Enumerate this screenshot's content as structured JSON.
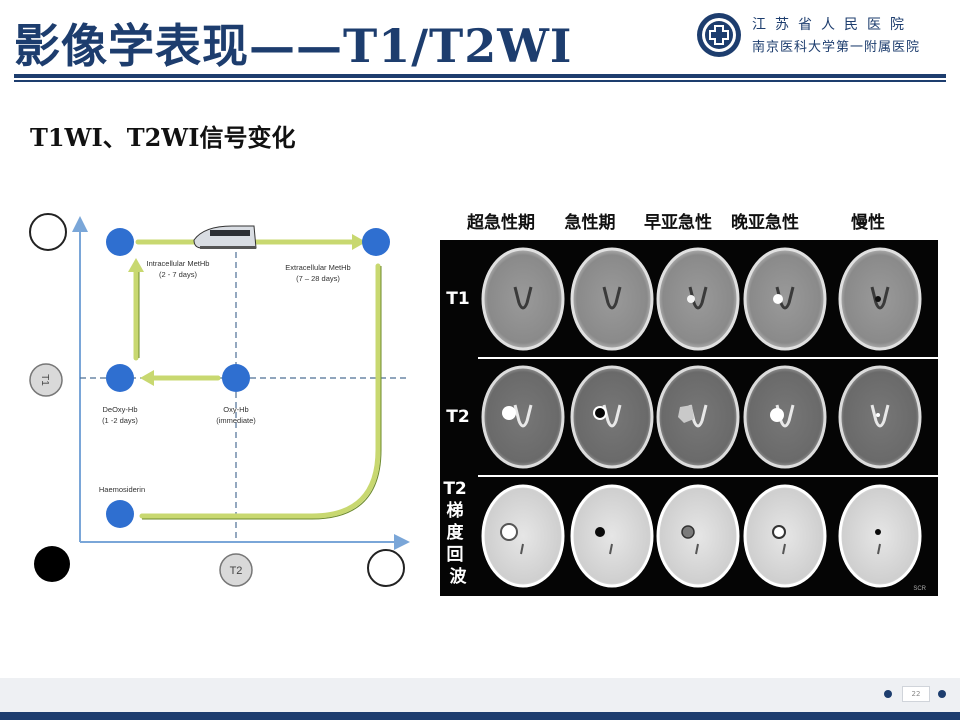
{
  "header": {
    "title": "影像学表现——T1/T2WI",
    "org_line1": "江苏省人民医院",
    "org_line2": "南京医科大学第一附属医院"
  },
  "subtitle": "T1WI、T2WI信号变化",
  "diagram": {
    "axis_t1": "T1",
    "axis_t2": "T2",
    "nodes": [
      {
        "label1": "Intracellular MetHb",
        "label2": "(2 - 7 days)"
      },
      {
        "label1": "Extracellular MetHb",
        "label2": "(7 – 28 days)"
      },
      {
        "label1": "DeOxy-Hb",
        "label2": "(1 -2 days)"
      },
      {
        "label1": "Oxy-Hb",
        "label2": "(immediate)"
      },
      {
        "label1": "Haemosiderin",
        "label2": ""
      }
    ]
  },
  "mri": {
    "columns": [
      "超急性期",
      "急性期",
      "早亚急性",
      "晚亚急性",
      "慢性"
    ],
    "rows": [
      "T1",
      "T2",
      "T2梯度回波"
    ],
    "watermark": "SCR"
  },
  "footer": {
    "page_number": "22"
  },
  "colors": {
    "brand": "#1d3d6e",
    "node": "#2f6fd0",
    "arrow": "#c8d870"
  }
}
